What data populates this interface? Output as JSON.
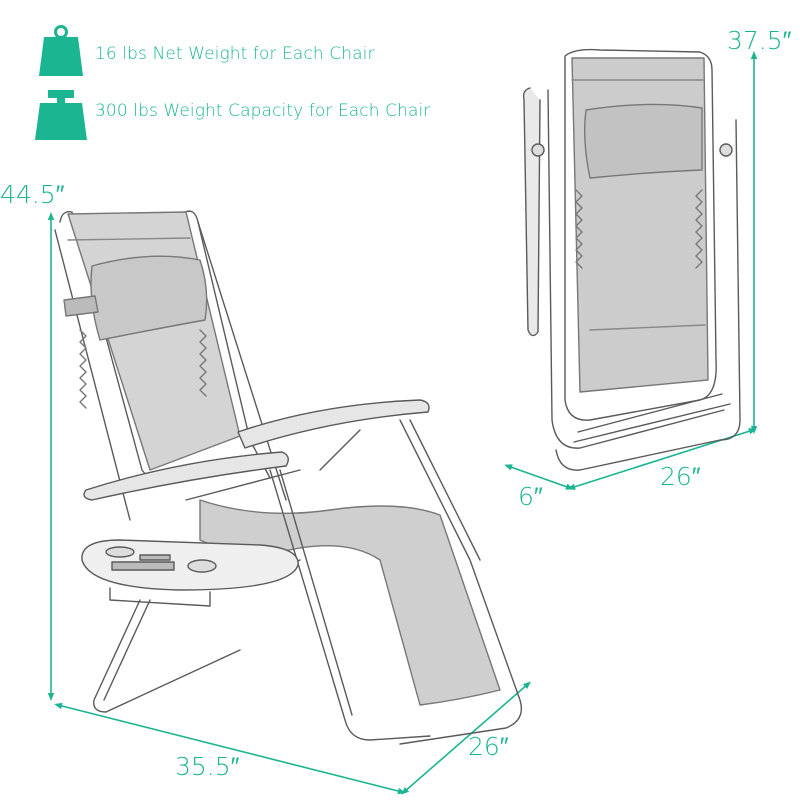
{
  "specs": {
    "net_weight": {
      "icon": "weight-ring-icon",
      "label": "16 lbs Net Weight for Each Chair"
    },
    "capacity": {
      "icon": "weight-block-icon",
      "label": "300 lbs Weight Capacity for Each Chair"
    }
  },
  "dimensions": {
    "open_height": "44.5″",
    "open_length": "35.5″",
    "open_width": "26″",
    "folded_height": "37.5″",
    "folded_width": "26″",
    "folded_depth": "6″"
  },
  "colors": {
    "accent": "#1bb592",
    "sketch": "#555555",
    "fabric": "#bdbdbd",
    "background": "#ffffff"
  }
}
